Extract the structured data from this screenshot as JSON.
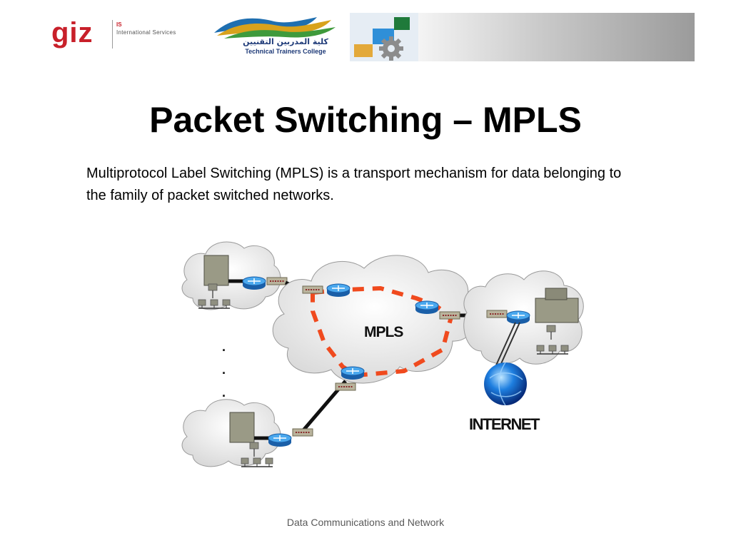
{
  "header": {
    "giz_logo_text": "giz",
    "giz_is_text": "IS",
    "giz_subtitle": "International Services",
    "college_name_ar": "كلية المدربين التقنيين",
    "college_name_en": "Technical Trainers College"
  },
  "slide": {
    "title": "Packet Switching – MPLS",
    "body": "Multiprotocol Label Switching (MPLS) is a transport mechanism for data belonging to the family of packet switched networks."
  },
  "diagram": {
    "mpls_label": "MPLS",
    "internet_label": "INTERNET",
    "ellipsis": ".",
    "colors": {
      "lsp_path": "#f04a1e",
      "router": "#2f8fd8",
      "link": "#111111",
      "cloud_fill": "#f2f2f2"
    }
  },
  "footer": {
    "text": "Data Communications and Network"
  }
}
